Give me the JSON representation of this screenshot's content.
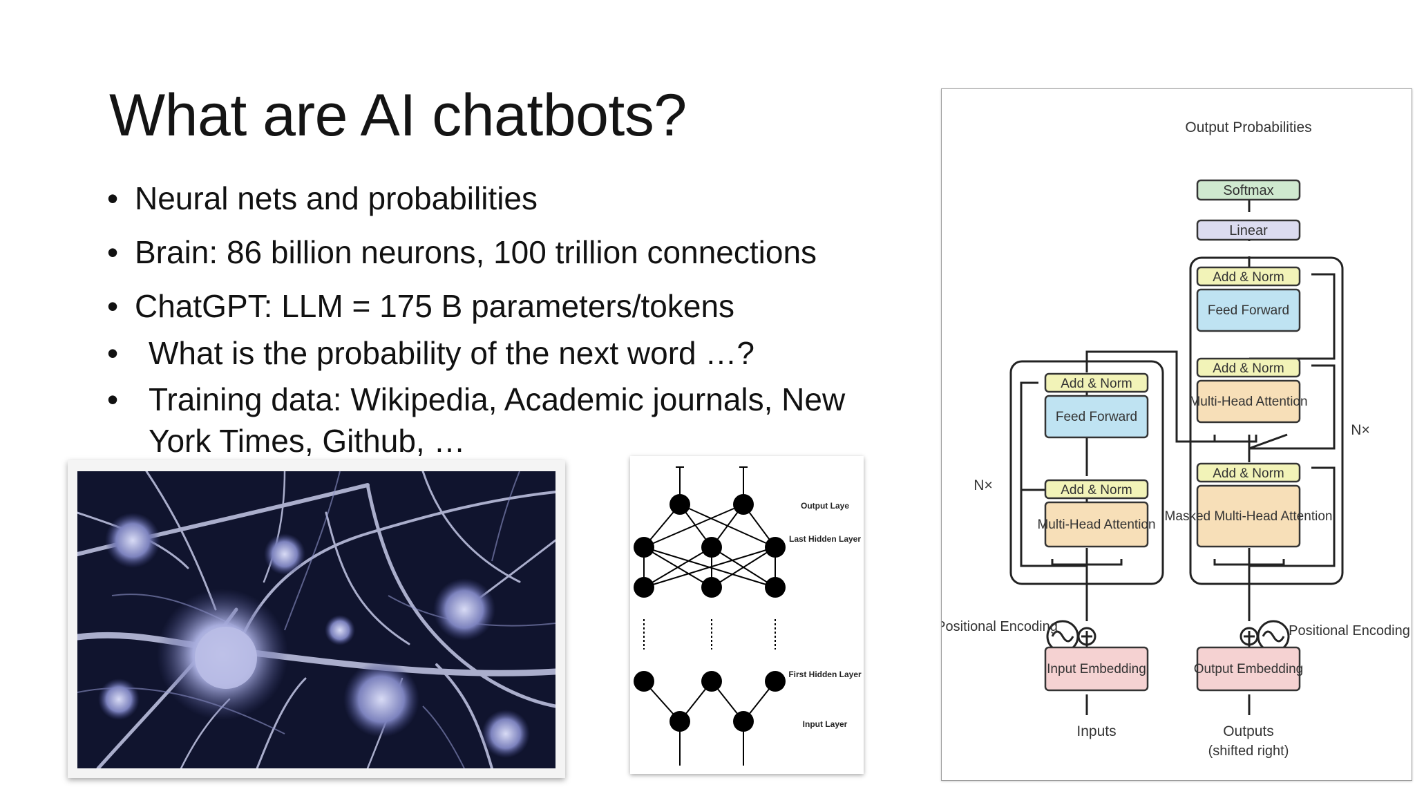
{
  "slide": {
    "title": "What are AI chatbots?",
    "bullets": [
      "Neural nets and probabilities",
      "Brain: 86 billion neurons, 100 trillion connections",
      "ChatGPT: LLM = 175 B parameters/tokens",
      "What is the probability of the next word …?",
      "Training data:  Wikipedia, Academic journals, New York Times, Github, …"
    ]
  },
  "neural_net_diagram": {
    "labels": [
      "Output Laye",
      "Last Hidden Layer",
      "First Hidden Layer",
      "Input Layer"
    ]
  },
  "transformer_diagram": {
    "output_label": "Output Probabilities",
    "softmax": "Softmax",
    "linear": "Linear",
    "add_norm": "Add & Norm",
    "feed_forward": "Feed Forward",
    "multi_head_attention": "Multi-Head Attention",
    "masked_multi_head_attention": "Masked Multi-Head Attention",
    "nx": "N×",
    "positional_encoding": "Positional Encoding",
    "input_embedding": "Input Embedding",
    "output_embedding": "Output Embedding",
    "inputs": "Inputs",
    "outputs": "Outputs",
    "outputs_note": "(shifted right)"
  }
}
